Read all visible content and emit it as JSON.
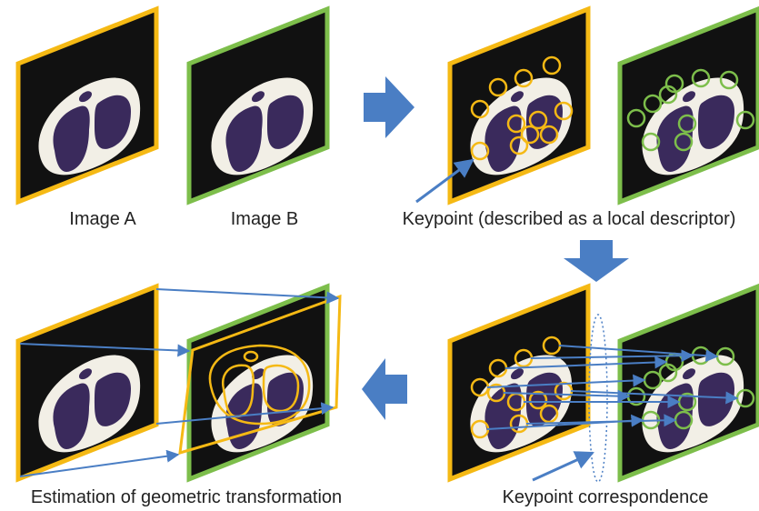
{
  "labels": {
    "image_a": "Image A",
    "image_b": "Image B",
    "keypoint": "Keypoint (described as a local descriptor)",
    "correspondence": "Keypoint correspondence",
    "estimation": "Estimation of geometric transformation"
  },
  "colors": {
    "image_a_frame": "#F5B914",
    "image_b_frame": "#7DBE4B",
    "panel_background": "#111111",
    "body_tissue": "#F2EFE6",
    "organ": "#3A2A5C",
    "arrow": "#4A7EC4",
    "line": "#4A7EC4"
  },
  "icons": {
    "step_arrow": "block-arrow-icon",
    "keypoint_marker": "circle-marker-icon"
  }
}
